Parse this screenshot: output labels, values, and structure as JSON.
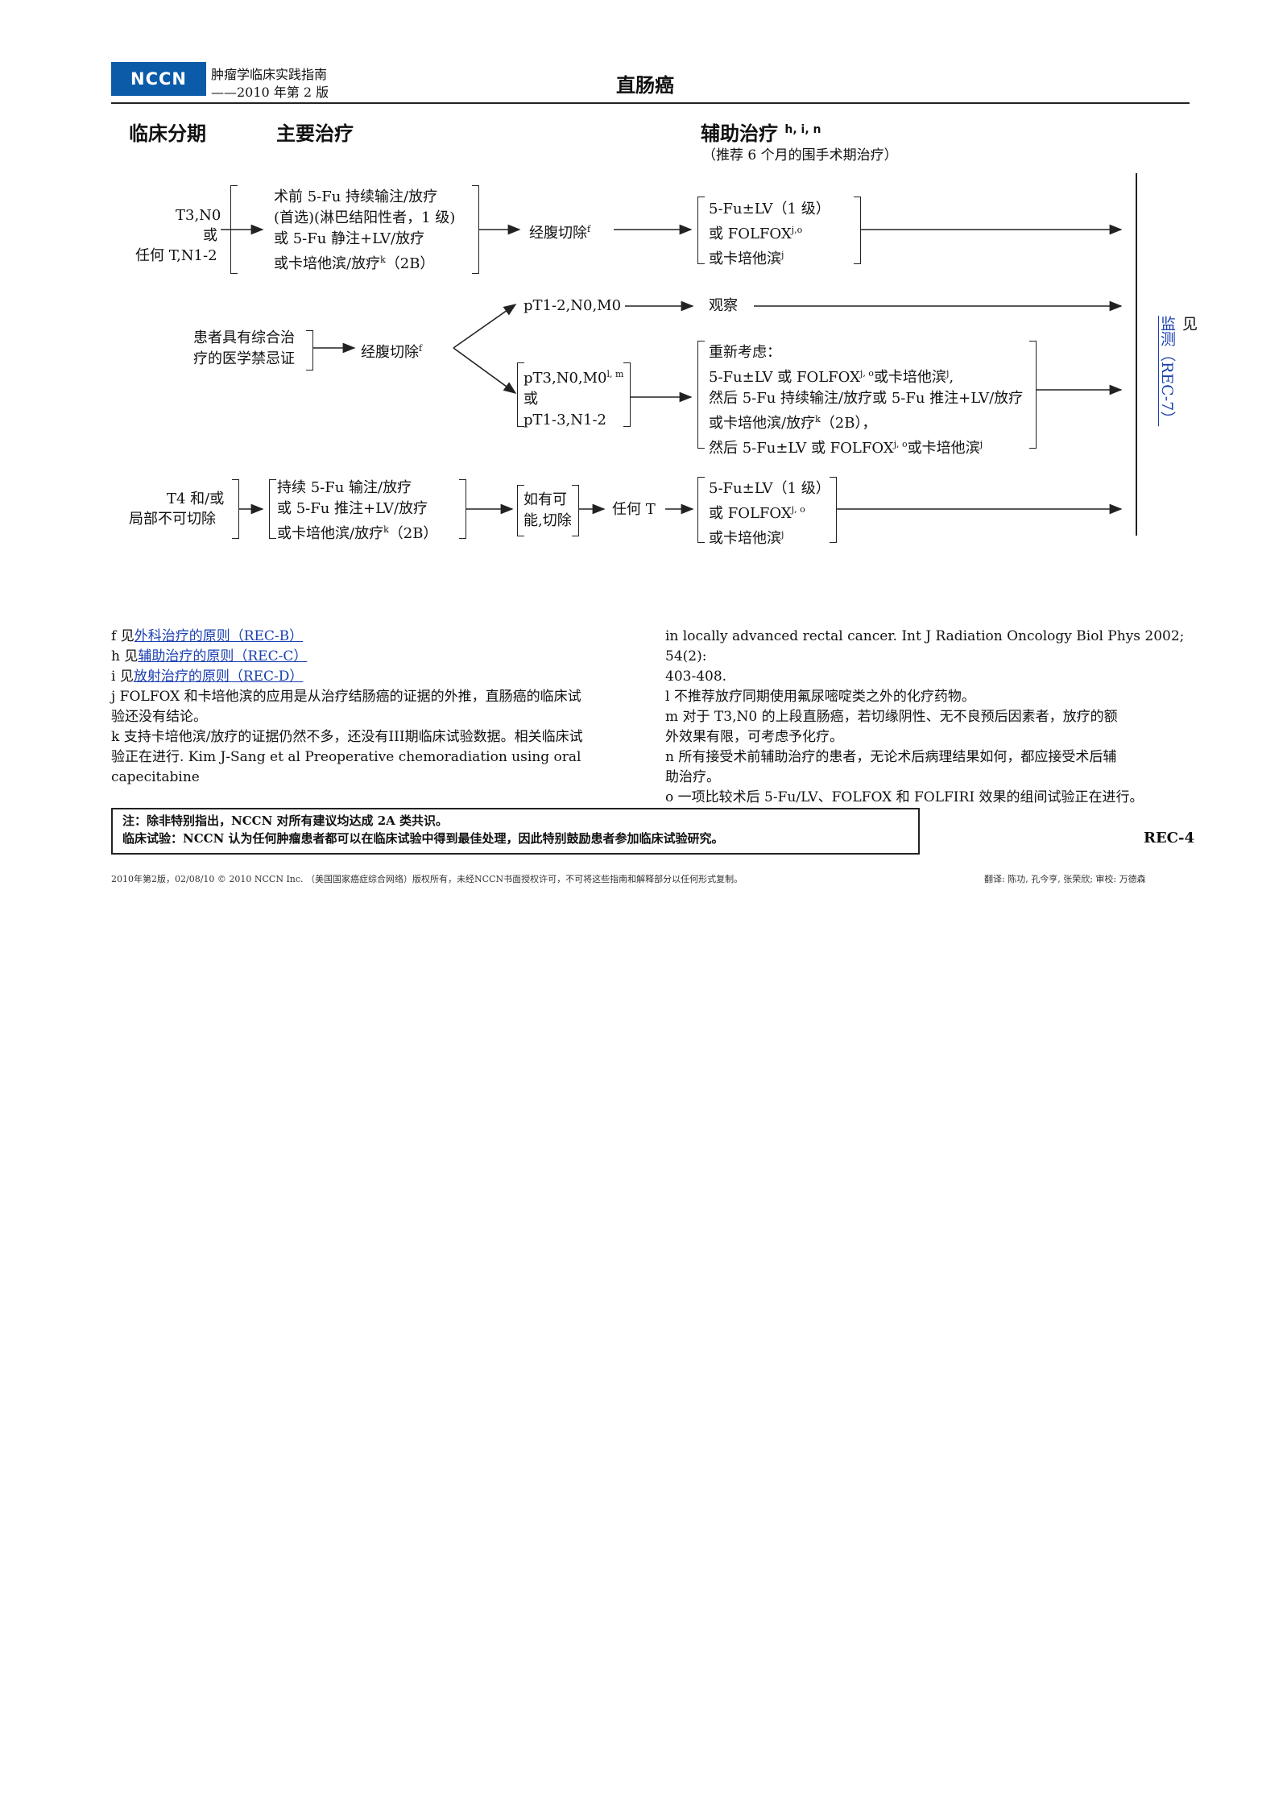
{
  "header": {
    "logo_text": "NCCN",
    "subtitle_line1": "肿瘤学临床实践指南",
    "subtitle_line2": "——2010 年第 2 版",
    "title": "直肠癌"
  },
  "columns": {
    "clinical_stage": "临床分期",
    "primary_treatment": "主要治疗",
    "adjuvant_treatment": "辅助治疗",
    "adjuvant_sup": "h, i, n",
    "adjuvant_note": "（推荐 6 个月的围手术期治疗）"
  },
  "row1": {
    "stage": [
      "T3,N0",
      "或",
      "任何 T,N1-2"
    ],
    "primary": [
      "术前 5-Fu 持续输注/放疗",
      "(首选)(淋巴结阳性者，1 级)",
      "或 5-Fu 静注+LV/放疗",
      "或卡培他滨/放疗"
    ],
    "primary_sup_k": "k",
    "primary_tail": "（2B）",
    "surgery": "经腹切除",
    "surgery_sup": "f",
    "adjuvant": [
      "5-Fu±LV（1 级）",
      "或 FOLFOX",
      "或卡培他滨"
    ],
    "folfox_sup": "j,o",
    "cape_sup": "j"
  },
  "row2": {
    "stage": [
      "患者具有综合治",
      "疗的医学禁忌证"
    ],
    "surgery": "经腹切除",
    "surgery_sup": "f",
    "branch_a": "pT1-2,N0,M0",
    "observe": "观察",
    "branch_b": [
      "pT3,N0,M0",
      "或",
      "pT1-3,N1-2"
    ],
    "branch_b_sup": "l, m",
    "reconsider": [
      "重新考虑：",
      "5-Fu±LV 或 FOLFOX",
      "或卡培他滨",
      "然后 5-Fu 持续输注/放疗或 5-Fu 推注+LV/放疗",
      "或卡培他滨/放疗",
      "（2B），",
      "然后 5-Fu±LV 或 FOLFOX",
      "或卡培他滨"
    ],
    "sup_jo": "j, o",
    "sup_j": "j",
    "sup_k": "k"
  },
  "row3": {
    "stage": [
      "T4 和/或",
      "局部不可切除"
    ],
    "primary": [
      "持续 5-Fu 输注/放疗",
      "或 5-Fu 推注+LV/放疗",
      "或卡培他滨/放疗"
    ],
    "primary_sup_k": "k",
    "primary_tail": "（2B）",
    "surgery": [
      "如有可",
      "能,切除"
    ],
    "any_t": "任何 T",
    "adjuvant": [
      "5-Fu±LV（1 级）",
      "或 FOLFOX",
      "或卡培他滨"
    ],
    "folfox_sup": "j, o",
    "cape_sup": "j"
  },
  "side_link": {
    "prefix": "见",
    "link": "监测（REC-7）"
  },
  "footnotes_left": {
    "f_prefix": "f 见",
    "f_link": "外科治疗的原则（REC-B）",
    "h_prefix": "h 见",
    "h_link": "辅助治疗的原则（REC-C）",
    "i_prefix": "i 见",
    "i_link": "放射治疗的原则（REC-D）",
    "j": [
      "j FOLFOX 和卡培他滨的应用是从治疗结肠癌的证据的外推，直肠癌的临床试",
      "验还没有结论。"
    ],
    "k": [
      "k 支持卡培他滨/放疗的证据仍然不多，还没有III期临床试验数据。相关临床试",
      "验正在进行. Kim J-Sang et al Preoperative chemoradiation using oral capecitabine"
    ]
  },
  "footnotes_right": {
    "k_cont": [
      "in locally advanced rectal cancer. Int J Radiation Oncology Biol Phys 2002; 54(2):",
      "403-408."
    ],
    "l": "l 不推荐放疗同期使用氟尿嘧啶类之外的化疗药物。",
    "m": [
      "m 对于 T3,N0 的上段直肠癌，若切缘阴性、无不良预后因素者，放疗的额",
      "外效果有限，可考虑予化疗。"
    ],
    "n": [
      "n 所有接受术前辅助治疗的患者，无论术后病理结果如何，都应接受术后辅",
      "助治疗。"
    ],
    "o": "o 一项比较术后 5-Fu/LV、FOLFOX 和 FOLFIRI 效果的组间试验正在进行。"
  },
  "notes": {
    "line1": "注：除非特别指出，NCCN 对所有建议均达成 2A 类共识。",
    "line2": "临床试验：NCCN 认为任何肿瘤患者都可以在临床试验中得到最佳处理，因此特别鼓励患者参加临床试验研究。"
  },
  "page_code": "REC-4",
  "footer": {
    "left": "2010年第2版，02/08/10 © 2010 NCCN Inc. （美国国家癌症综合网络）版权所有，未经NCCN书面授权许可，不可将这些指南和解释部分以任何形式复制。",
    "right": "翻译: 陈功, 孔今亨, 张荣欣;    审校: 万德森"
  }
}
